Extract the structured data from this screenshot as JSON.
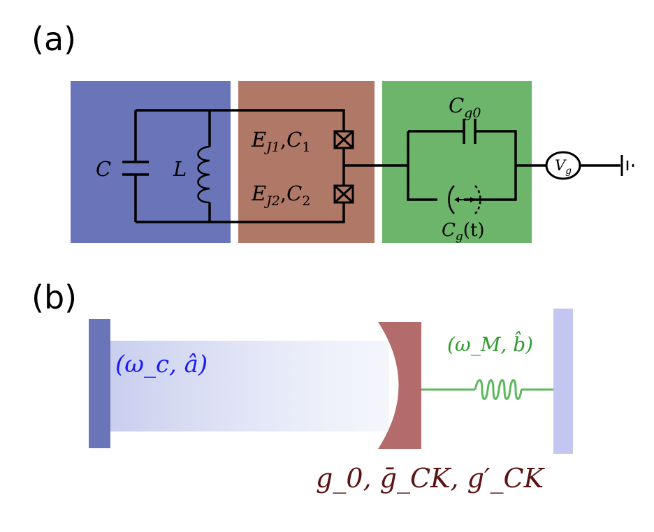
{
  "panel_a": {
    "label": "(a)",
    "capacitor_C": "C",
    "inductor_L": "L",
    "junction1": {
      "E": "E",
      "E_sub": "J1",
      "C": "C",
      "C_sub": "1"
    },
    "junction2": {
      "E": "E",
      "E_sub": "J2",
      "C": "C",
      "C_sub": "2"
    },
    "cap_g0": {
      "base": "C",
      "sub": "g0"
    },
    "cap_gt": {
      "base": "C",
      "sub": "g",
      "arg": "(t)"
    },
    "voltage_source": {
      "base": "V",
      "sub": "g"
    },
    "colors": {
      "lc_block": "#6a74b8",
      "junction_block": "#b07866",
      "gate_block": "#6db56a"
    }
  },
  "panel_b": {
    "label": "(b)",
    "cavity_mode": "(ω_c, â)",
    "mechanical_mode": "(ω_M, b̂)",
    "couplings": "g_0, ḡ_CK, g′_CK",
    "colors": {
      "left_mirror": "#6a74b8",
      "right_mirror": "#b36b6b",
      "anchor": "#c3c6f0",
      "cavity_text": "#1a1aff",
      "mechanical_text": "#2e9a2e",
      "coupling_text": "#5a1212"
    }
  }
}
